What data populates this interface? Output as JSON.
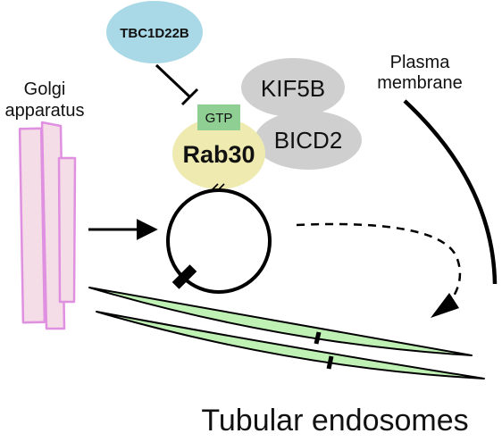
{
  "labels": {
    "tbc1d22b": "TBC1D22B",
    "kif5b": "KIF5B",
    "bicd2": "BICD2",
    "gtp": "GTP",
    "rab30": "Rab30",
    "golgi_line1": "Golgi",
    "golgi_line2": "apparatus",
    "plasma_line1": "Plasma",
    "plasma_line2": "membrane",
    "tubular_endosomes": "Tubular endosomes"
  },
  "colors": {
    "tbc_fill": "#a9d8e6",
    "motor_fill": "#cfcfcf",
    "gtp_fill": "#8fcf93",
    "rab_fill": "#efeab0",
    "golgi_fill": "#f4dde6",
    "golgi_stroke": "#e090e0",
    "endosome_fill": "#bff0b4",
    "stroke": "#000000"
  },
  "icons": {
    "inhibition": "inhibition-arrow-icon",
    "transport": "dashed-transport-arrow-icon"
  }
}
